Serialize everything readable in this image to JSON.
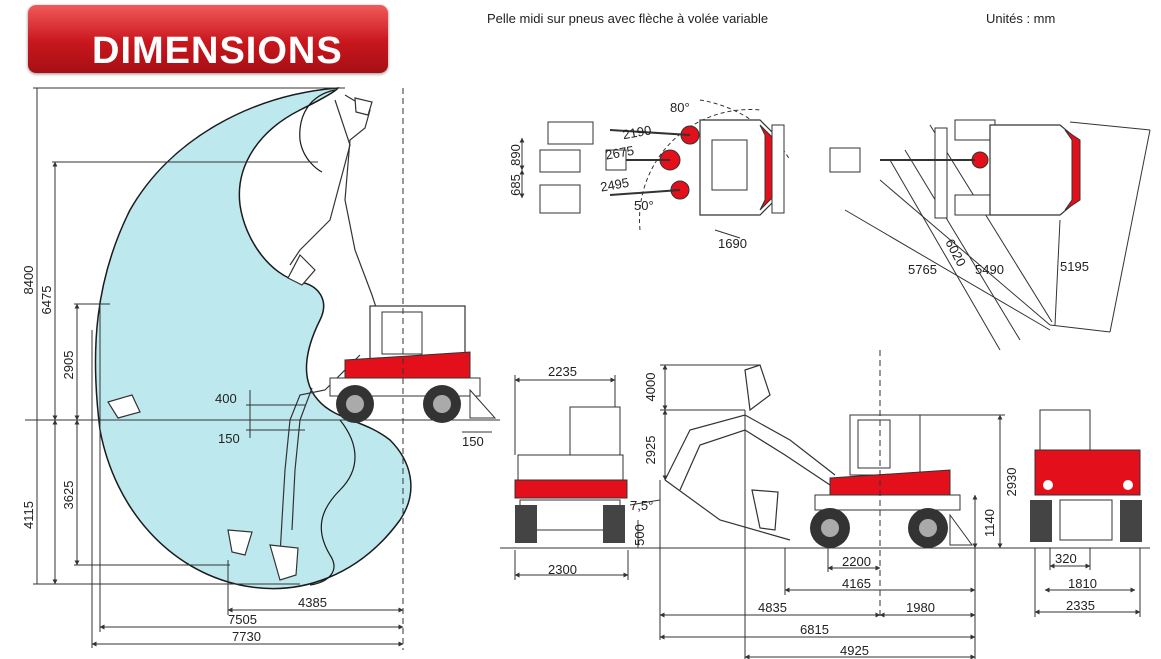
{
  "header": {
    "title": "DIMENSIONS",
    "subtitle": "Pelle midi sur pneus avec flèche à volée variable",
    "units": "Unités : mm"
  },
  "colors": {
    "banner": "#c8161d",
    "machine_red": "#e3101b",
    "reach_fill": "#bde9ee"
  },
  "side_view": {
    "h_8400": "8400",
    "h_6475": "6475",
    "h_2905": "2905",
    "h_400": "400",
    "h_150": "150",
    "h_150_right": "150",
    "h_4115": "4115",
    "h_3625": "3625",
    "w_4385": "4385",
    "w_7505": "7505",
    "w_7730": "7730"
  },
  "top_view_swing": {
    "angle_80": "80°",
    "angle_50": "50°",
    "d_2190": "2190",
    "d_2675": "2675",
    "d_2495": "2495",
    "d_890": "890",
    "d_685": "685",
    "d_1690": "1690"
  },
  "top_view_radius": {
    "r_6020": "6020",
    "r_5765": "5765",
    "r_5490": "5490",
    "r_5195": "5195"
  },
  "front_view": {
    "w_2235": "2235",
    "w_2300": "2300",
    "angle": "7,5°",
    "h_500": "500"
  },
  "transport_view": {
    "h_4000": "4000",
    "h_2925": "2925",
    "h_1140": "1140",
    "h_2930": "2930",
    "w_2200": "2200",
    "w_4165": "4165",
    "w_4835": "4835",
    "w_1980": "1980",
    "w_6815": "6815",
    "w_4925": "4925"
  },
  "rear_view": {
    "w_320": "320",
    "w_1810": "1810",
    "w_2335": "2335"
  }
}
